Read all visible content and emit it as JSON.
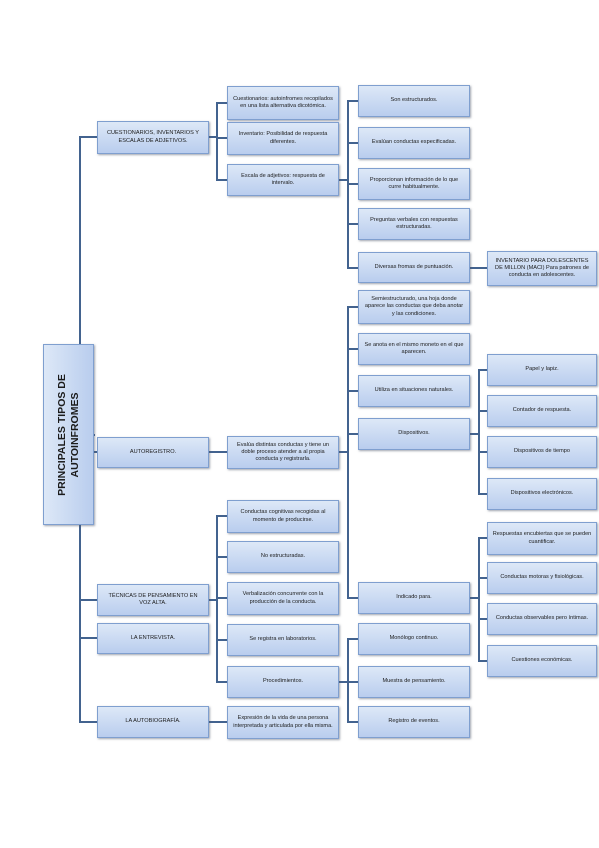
{
  "root": {
    "title": "PRINCIPALES TIPOS DE AUTOINFROMES"
  },
  "level1": [
    "CUESTIONARIOS, INVENTARIOS Y ESCALAS DE ADJETIVOS.",
    "AUTOREGISTRO.",
    "TÉCNICAS DE PENSAMIENTO EN VOZ ALTA.",
    "LA ENTREVISTA.",
    "LA AUTOBIOGRAFÍA."
  ],
  "cuestionarios_children": [
    "Cuestionarios: autoinfromes recopilados en una lista alternativa dicotómica.",
    "Inventario: Posibilidad de respuesta diferentes.",
    "Escala de adjetivos: respuesta de intervalo."
  ],
  "escala_children": [
    "Son estructurados.",
    "Evalúan conductas especificadas.",
    "Proporcionan información de lo que curre habitualmente.",
    "Preguntas verbales con respuestas estructuradas.",
    "Diversas fromas de puntuación."
  ],
  "puntuacion_note": "INVENTARIO PARA DOLESCENTES DE MILLON (MACI) Para patrones de conducta en adolescentes.",
  "autoregistro_child": "Evalúa distintas conductas y tiene un doble proceso atender a al propia conducta y registrarla.",
  "autoregistro_details": [
    "Semiestructurado, una hoja donde aparece las conductas que deba anotar y las condiciones.",
    "Se anota en el mismo moneto en el que aparecen.",
    "Utiliza en situaciones naturales.",
    "Dispositivos.",
    "Indicado para."
  ],
  "dispositivos": [
    "Papel y lapiz.",
    "Contador de respuesta.",
    "Dispositivos de tiempo",
    "Dispositivos electrónicos."
  ],
  "indicado": [
    "Respuestas encubiertas que se pueden cuantificar.",
    "Conductas motoras y fisiológicas.",
    "Conductas observables pero íntimas.",
    "Cuestiones económicas."
  ],
  "pensamiento_children": [
    "Conductas cognitivas recogidas al momento de producirse.",
    "No estructuradas.",
    "Verbalización concurrente con la producción de la conducta.",
    "Se registra en laboratorios.",
    "Procedimientos."
  ],
  "procedimientos": [
    "Monólogo continuo.",
    "Muestra de pensamiento.",
    "Registro de eventos."
  ],
  "autobiografia_child": "Expresión de la vida de una persona interpretada y articulada por ella misma.",
  "colors": {
    "box_top": "#dde8f7",
    "box_bottom": "#b9cdee",
    "box_border": "#7f9fcf",
    "connector": "#43638f"
  }
}
